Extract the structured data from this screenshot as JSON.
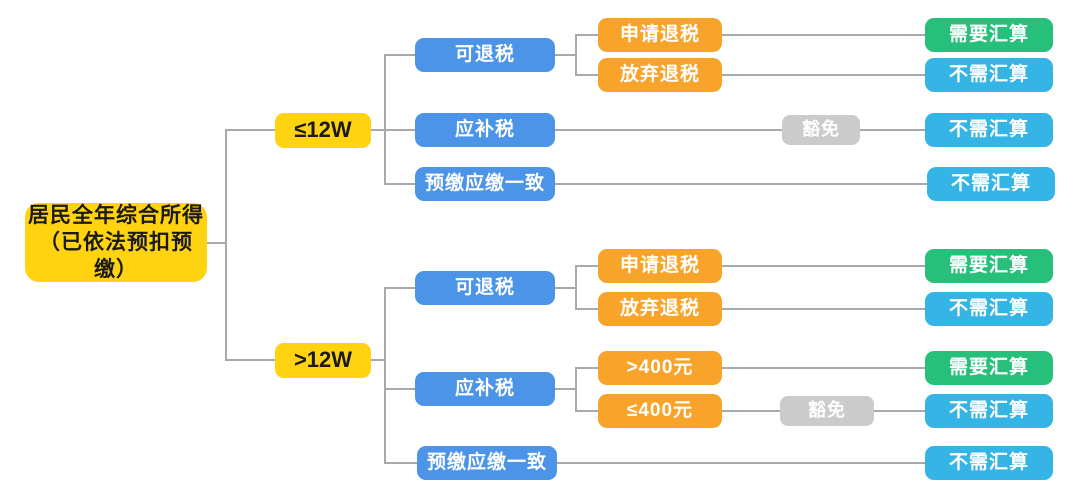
{
  "palette": {
    "yellow": "#ffd30f",
    "blue": "#4b94e8",
    "orange": "#f8a42b",
    "green": "#27c07a",
    "cyan": "#35b5e5",
    "gray": "#cbcbcb",
    "line": "#a9a9a9",
    "background": "#ffffff"
  },
  "flowchart": {
    "root": {
      "title": "居民全年综合所得",
      "subtitle": "（已依法预扣预缴）"
    },
    "branches": [
      {
        "condition": "≤12W",
        "children": [
          {
            "label": "可退税",
            "children": [
              {
                "label": "申请退税",
                "outcome": "需要汇算"
              },
              {
                "label": "放弃退税",
                "outcome": "不需汇算"
              }
            ]
          },
          {
            "label": "应补税",
            "via": "豁免",
            "outcome": "不需汇算"
          },
          {
            "label": "预缴应缴一致",
            "outcome": "不需汇算"
          }
        ]
      },
      {
        "condition": ">12W",
        "children": [
          {
            "label": "可退税",
            "children": [
              {
                "label": "申请退税",
                "outcome": "需要汇算"
              },
              {
                "label": "放弃退税",
                "outcome": "不需汇算"
              }
            ]
          },
          {
            "label": "应补税",
            "children": [
              {
                "label": ">400元",
                "outcome": "需要汇算"
              },
              {
                "label": "≤400元",
                "via": "豁免",
                "outcome": "不需汇算"
              }
            ]
          },
          {
            "label": "预缴应缴一致",
            "outcome": "不需汇算"
          }
        ]
      }
    ]
  }
}
